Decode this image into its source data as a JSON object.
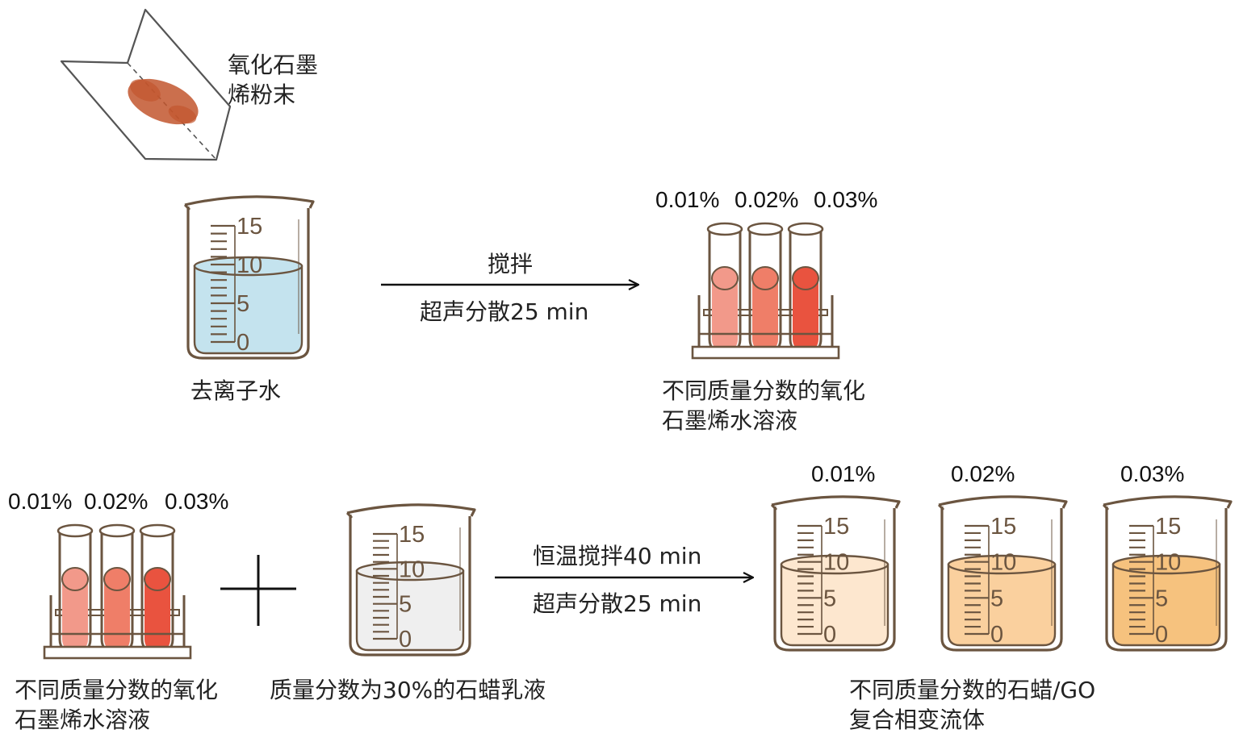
{
  "labels": {
    "go_powder": [
      "氧化石墨",
      "烯粉末"
    ],
    "deionized_water": "去离子水",
    "step1_top": "搅拌",
    "step1_bottom": "超声分散25 min",
    "go_solutions_top": [
      "不同质量分数的氧化",
      "石墨烯水溶液"
    ],
    "go_solutions_bottom": [
      "不同质量分数的氧化",
      "石墨烯水溶液"
    ],
    "paraffin_emulsion": "质量分数为30%的石蜡乳液",
    "step2_top": "恒温搅拌40 min",
    "step2_bottom": "超声分散25 min",
    "composite_fluid": [
      "不同质量分数的石蜡/GO",
      "复合相变流体"
    ]
  },
  "concentrations": [
    "0.01%",
    "0.02%",
    "0.03%"
  ],
  "beaker_ticks": [
    "15",
    "10",
    "5",
    "0"
  ],
  "plus_sign": "+",
  "colors": {
    "water": "#c4e3ee",
    "emulsion": "#efefef",
    "go_tubes": [
      "#f2998a",
      "#ef7e68",
      "#e9533f"
    ],
    "composite": [
      "#fde7cf",
      "#fad09e",
      "#f6c27e"
    ],
    "outline": "#6b5540",
    "powder": "#c2562e"
  }
}
